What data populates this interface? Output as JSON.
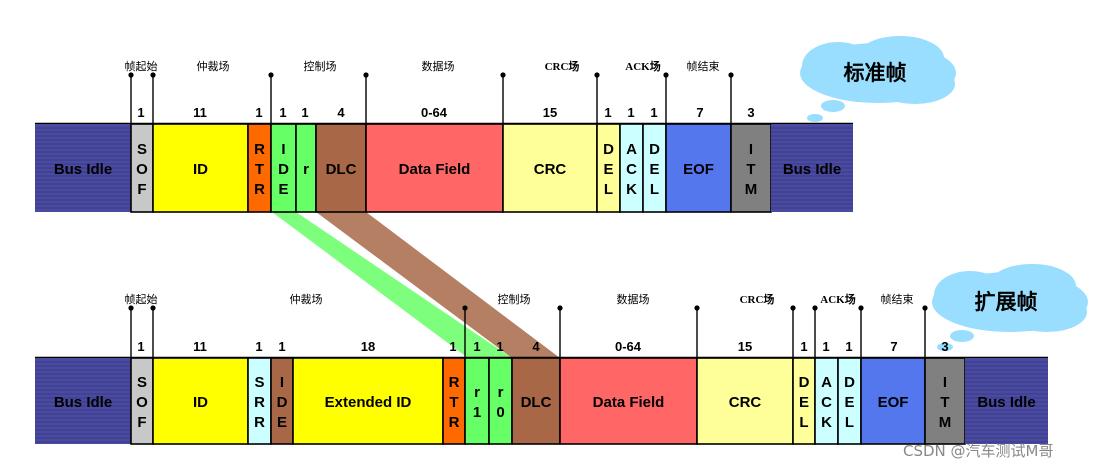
{
  "watermark": "CSDN @汽车测试M哥",
  "standard": {
    "label": "标准帧",
    "field_labels": [
      {
        "text": "帧起始",
        "bold": false
      },
      {
        "text": "仲裁场",
        "bold": false
      },
      {
        "text": "控制场",
        "bold": false
      },
      {
        "text": "数据场",
        "bold": false
      },
      {
        "text": "CRC场",
        "bold": true
      },
      {
        "text": "ACK场",
        "bold": true
      },
      {
        "text": "帧结束",
        "bold": false
      }
    ],
    "bit_counts": [
      "1",
      "11",
      "1",
      "1",
      "1",
      "4",
      "0-64",
      "15",
      "1",
      "1",
      "1",
      "7",
      "3"
    ],
    "fields": [
      {
        "text": "Bus Idle",
        "color": "#4a4aa0"
      },
      {
        "text": "SOF",
        "color": "#c8c8c8"
      },
      {
        "text": "ID",
        "color": "#ffff00"
      },
      {
        "text": "RTR",
        "color": "#ff6a00"
      },
      {
        "text": "IDE",
        "color": "#66ff66"
      },
      {
        "text": "r",
        "color": "#66ff66"
      },
      {
        "text": "DLC",
        "color": "#a86848"
      },
      {
        "text": "Data Field",
        "color": "#ff6666"
      },
      {
        "text": "CRC",
        "color": "#ffff99"
      },
      {
        "text": "DEL",
        "color": "#ffff99"
      },
      {
        "text": "ACK",
        "color": "#ccffff"
      },
      {
        "text": "DEL",
        "color": "#ccffff"
      },
      {
        "text": "EOF",
        "color": "#5577ee"
      },
      {
        "text": "ITM",
        "color": "#808080"
      },
      {
        "text": "Bus Idle",
        "color": "#4a4aa0"
      }
    ]
  },
  "extended": {
    "label": "扩展帧",
    "field_labels": [
      {
        "text": "帧起始",
        "bold": false
      },
      {
        "text": "仲裁场",
        "bold": false
      },
      {
        "text": "控制场",
        "bold": false
      },
      {
        "text": "数据场",
        "bold": false
      },
      {
        "text": "CRC场",
        "bold": true
      },
      {
        "text": "ACK场",
        "bold": true
      },
      {
        "text": "帧结束",
        "bold": false
      }
    ],
    "bit_counts": [
      "1",
      "11",
      "1",
      "1",
      "18",
      "1",
      "1",
      "1",
      "4",
      "0-64",
      "15",
      "1",
      "1",
      "1",
      "7",
      "3"
    ],
    "fields": [
      {
        "text": "Bus Idle",
        "color": "#4a4aa0"
      },
      {
        "text": "SOF",
        "color": "#c8c8c8"
      },
      {
        "text": "ID",
        "color": "#ffff00"
      },
      {
        "text": "SRR",
        "color": "#ccffff"
      },
      {
        "text": "IDE",
        "color": "#a86848"
      },
      {
        "text": "Extended ID",
        "color": "#ffff00"
      },
      {
        "text": "RTR",
        "color": "#ff6a00"
      },
      {
        "text": "r1",
        "color": "#66ff66"
      },
      {
        "text": "r0",
        "color": "#66ff66"
      },
      {
        "text": "DLC",
        "color": "#a86848"
      },
      {
        "text": "Data Field",
        "color": "#ff6666"
      },
      {
        "text": "CRC",
        "color": "#ffff99"
      },
      {
        "text": "DEL",
        "color": "#ffff99"
      },
      {
        "text": "ACK",
        "color": "#ccffff"
      },
      {
        "text": "DEL",
        "color": "#ccffff"
      },
      {
        "text": "EOF",
        "color": "#5577ee"
      },
      {
        "text": "ITM",
        "color": "#808080"
      },
      {
        "text": "Bus Idle",
        "color": "#4a4aa0"
      }
    ]
  }
}
